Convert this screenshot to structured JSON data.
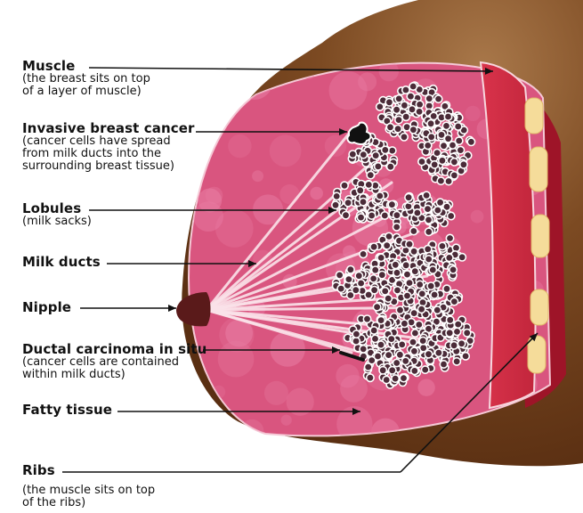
{
  "labels": {
    "muscle": {
      "title": "Muscle",
      "note_lines": [
        "(the breast sits on top",
        "of a layer of muscle)"
      ]
    },
    "invasive": {
      "title": "Invasive breast cancer",
      "note_lines": [
        "(cancer cells have spread",
        "from milk ducts into the",
        "surrounding breast tissue)"
      ]
    },
    "lobules": {
      "title": "Lobules",
      "note_lines": [
        "(milk sacks)"
      ]
    },
    "ducts": {
      "title": "Milk ducts"
    },
    "nipple": {
      "title": "Nipple"
    },
    "dcis": {
      "title": "Ductal carcinoma in situ",
      "note_lines": [
        "(cancer cells are contained",
        "within milk ducts)"
      ]
    },
    "fatty": {
      "title": "Fatty tissue"
    },
    "ribs": {
      "title": "Ribs",
      "note_lines": [
        "(the muscle sits on top",
        "of the ribs)"
      ]
    }
  },
  "colors": {
    "skin": "#6b3b1a",
    "skin_highlight": "#a0703f",
    "tissue": "#d9557f",
    "tissue_spot": "#e77aa0",
    "muscle": "#cf2f46",
    "muscle_dark": "#8e1a2b",
    "rib": "#f5dc9a",
    "nipple": "#5a1a1a",
    "lobule": "#4b2b38",
    "cancer": "#111111"
  }
}
